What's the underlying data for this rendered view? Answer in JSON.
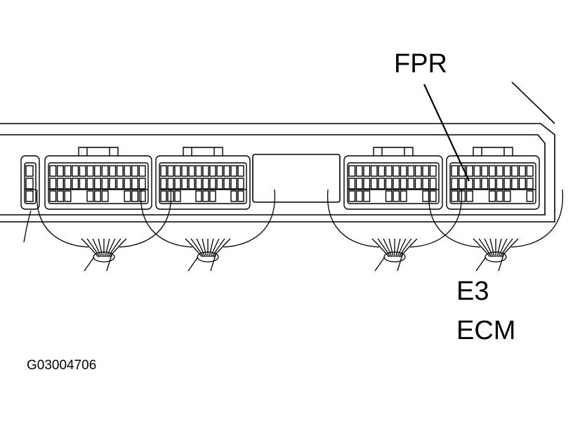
{
  "labels": {
    "callout": "FPR",
    "connector": "E3",
    "unit": "ECM",
    "figure_code": "G03004706"
  }
}
